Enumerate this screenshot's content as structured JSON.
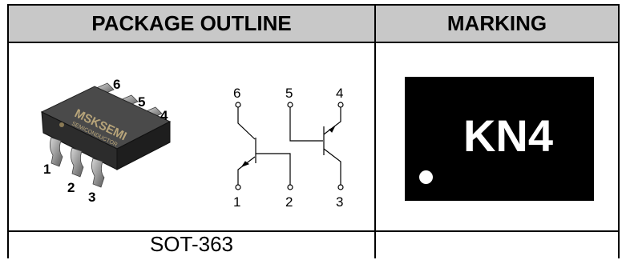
{
  "header": {
    "package_outline": "PACKAGE OUTLINE",
    "marking": "MARKING"
  },
  "package": {
    "brand": "MSKSEMI",
    "sub_brand": "SEMICONDUCTOR",
    "pins": [
      "1",
      "2",
      "3",
      "4",
      "5",
      "6"
    ],
    "name": "SOT-363"
  },
  "schematic": {
    "top_pins": [
      "6",
      "5",
      "4"
    ],
    "bottom_pins": [
      "1",
      "2",
      "3"
    ]
  },
  "marking_code": "KN4",
  "colors": {
    "header_bg": "#c8c8c8",
    "chip_body": "#3a3a3a",
    "marking_bg": "#000000"
  }
}
